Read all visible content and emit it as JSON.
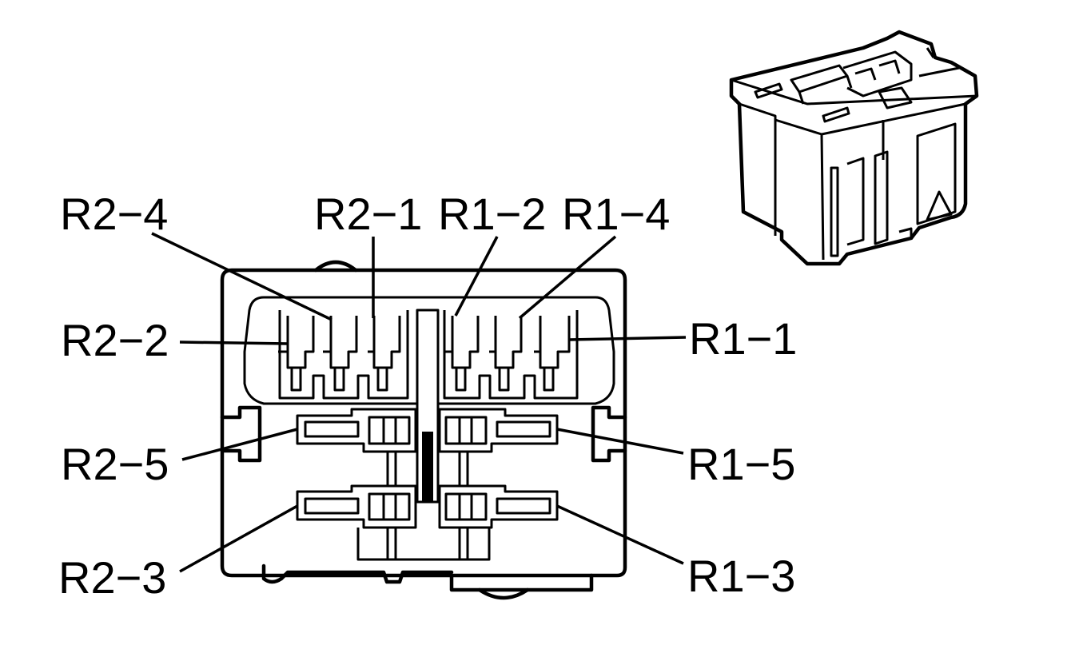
{
  "labels": {
    "r2_4": "R2−4",
    "r2_1": "R2−1",
    "r1_2": "R1−2",
    "r1_4": "R1−4",
    "r2_2": "R2−2",
    "r1_1": "R1−1",
    "r2_5": "R2−5",
    "r1_5": "R1−5",
    "r2_3": "R2−3",
    "r1_3": "R1−3"
  },
  "colors": {
    "line": "#000000",
    "background": "#ffffff"
  }
}
